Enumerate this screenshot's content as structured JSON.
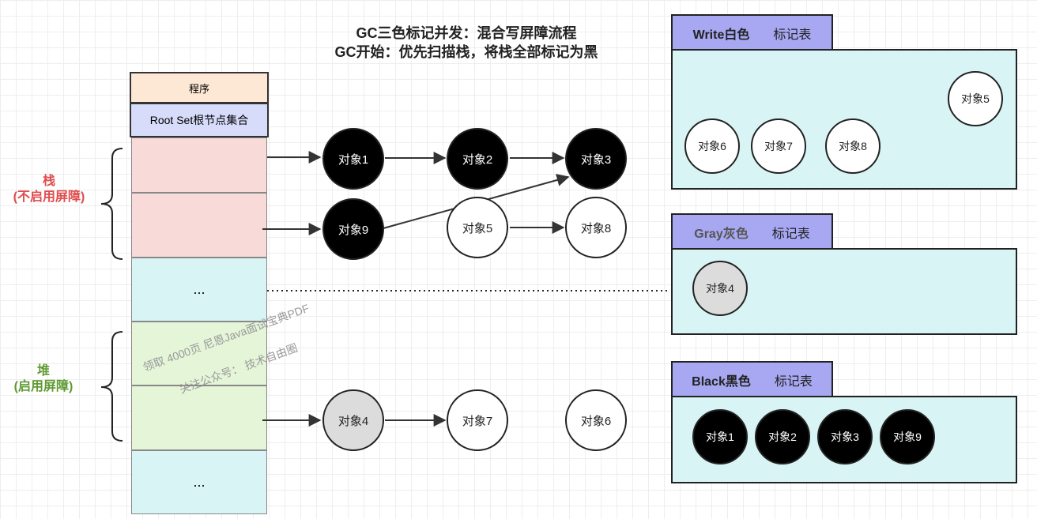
{
  "title": {
    "line1": "GC三色标记并发：混合写屏障流程",
    "line2": "GC开始：优先扫描栈，将栈全部标记为黑"
  },
  "memory": {
    "program_label": "程序",
    "rootset_label": "Root Set根节点集合",
    "ellipsis1": "...",
    "ellipsis2": "..."
  },
  "labels": {
    "stack": "栈\n(不启用屏障)",
    "heap": "堆\n(启用屏障)"
  },
  "watermark": {
    "line1": "领取 4000页 尼恩Java面试宝典PDF",
    "line2": "关注公众号： 技术自由圈"
  },
  "objects": {
    "o1": "对象1",
    "o2": "对象2",
    "o3": "对象3",
    "o9": "对象9",
    "o5": "对象5",
    "o8": "对象8",
    "o4": "对象4",
    "o7": "对象7",
    "o6": "对象6"
  },
  "tables": {
    "white": {
      "name": "Write白色",
      "suffix": "标记表",
      "items": [
        "对象5",
        "对象6",
        "对象7",
        "对象8"
      ]
    },
    "gray": {
      "name": "Gray灰色",
      "suffix": "标记表",
      "items": [
        "对象4"
      ]
    },
    "black": {
      "name": "Black黑色",
      "suffix": "标记表",
      "items": [
        "对象1",
        "对象2",
        "对象3",
        "对象9"
      ]
    }
  },
  "colors": {
    "stack_fill": "#f8dbd8",
    "heap_fill": "#e4f5d8",
    "cyan_fill": "#d9f4f5",
    "program_fill": "#fde8d6",
    "rootset_fill": "#d6dcfa",
    "tab_fill": "#a7a7f2",
    "stack_label": "#e04c4c",
    "heap_label": "#5f9a32"
  }
}
